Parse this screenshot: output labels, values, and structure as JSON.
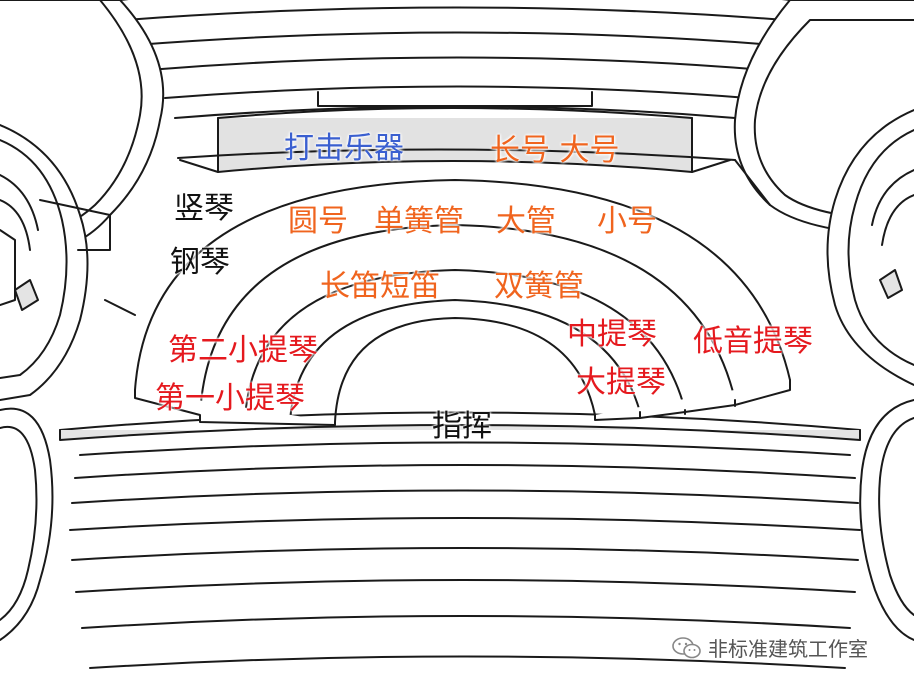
{
  "labels": {
    "percussion": "打击乐器",
    "trumpet_tuba": "长号 大号",
    "harp": "竖琴",
    "piano": "钢琴",
    "horn": "圆号",
    "clarinet": "单簧管",
    "bassoon": "大管",
    "trumpet": "小号",
    "flute_piccolo": "长笛短笛",
    "oboe": "双簧管",
    "second_violin": "第二小提琴",
    "first_violin": "第一小提琴",
    "viola": "中提琴",
    "cello": "大提琴",
    "double_bass": "低音提琴",
    "conductor": "指挥"
  },
  "watermark": "非标准建筑工作室",
  "colors": {
    "blue": "#3a5fd0",
    "orange": "#f0641e",
    "red": "#e5191e",
    "black": "#111111",
    "line": "#1a1a1a",
    "shade": "#dcdcdc"
  }
}
